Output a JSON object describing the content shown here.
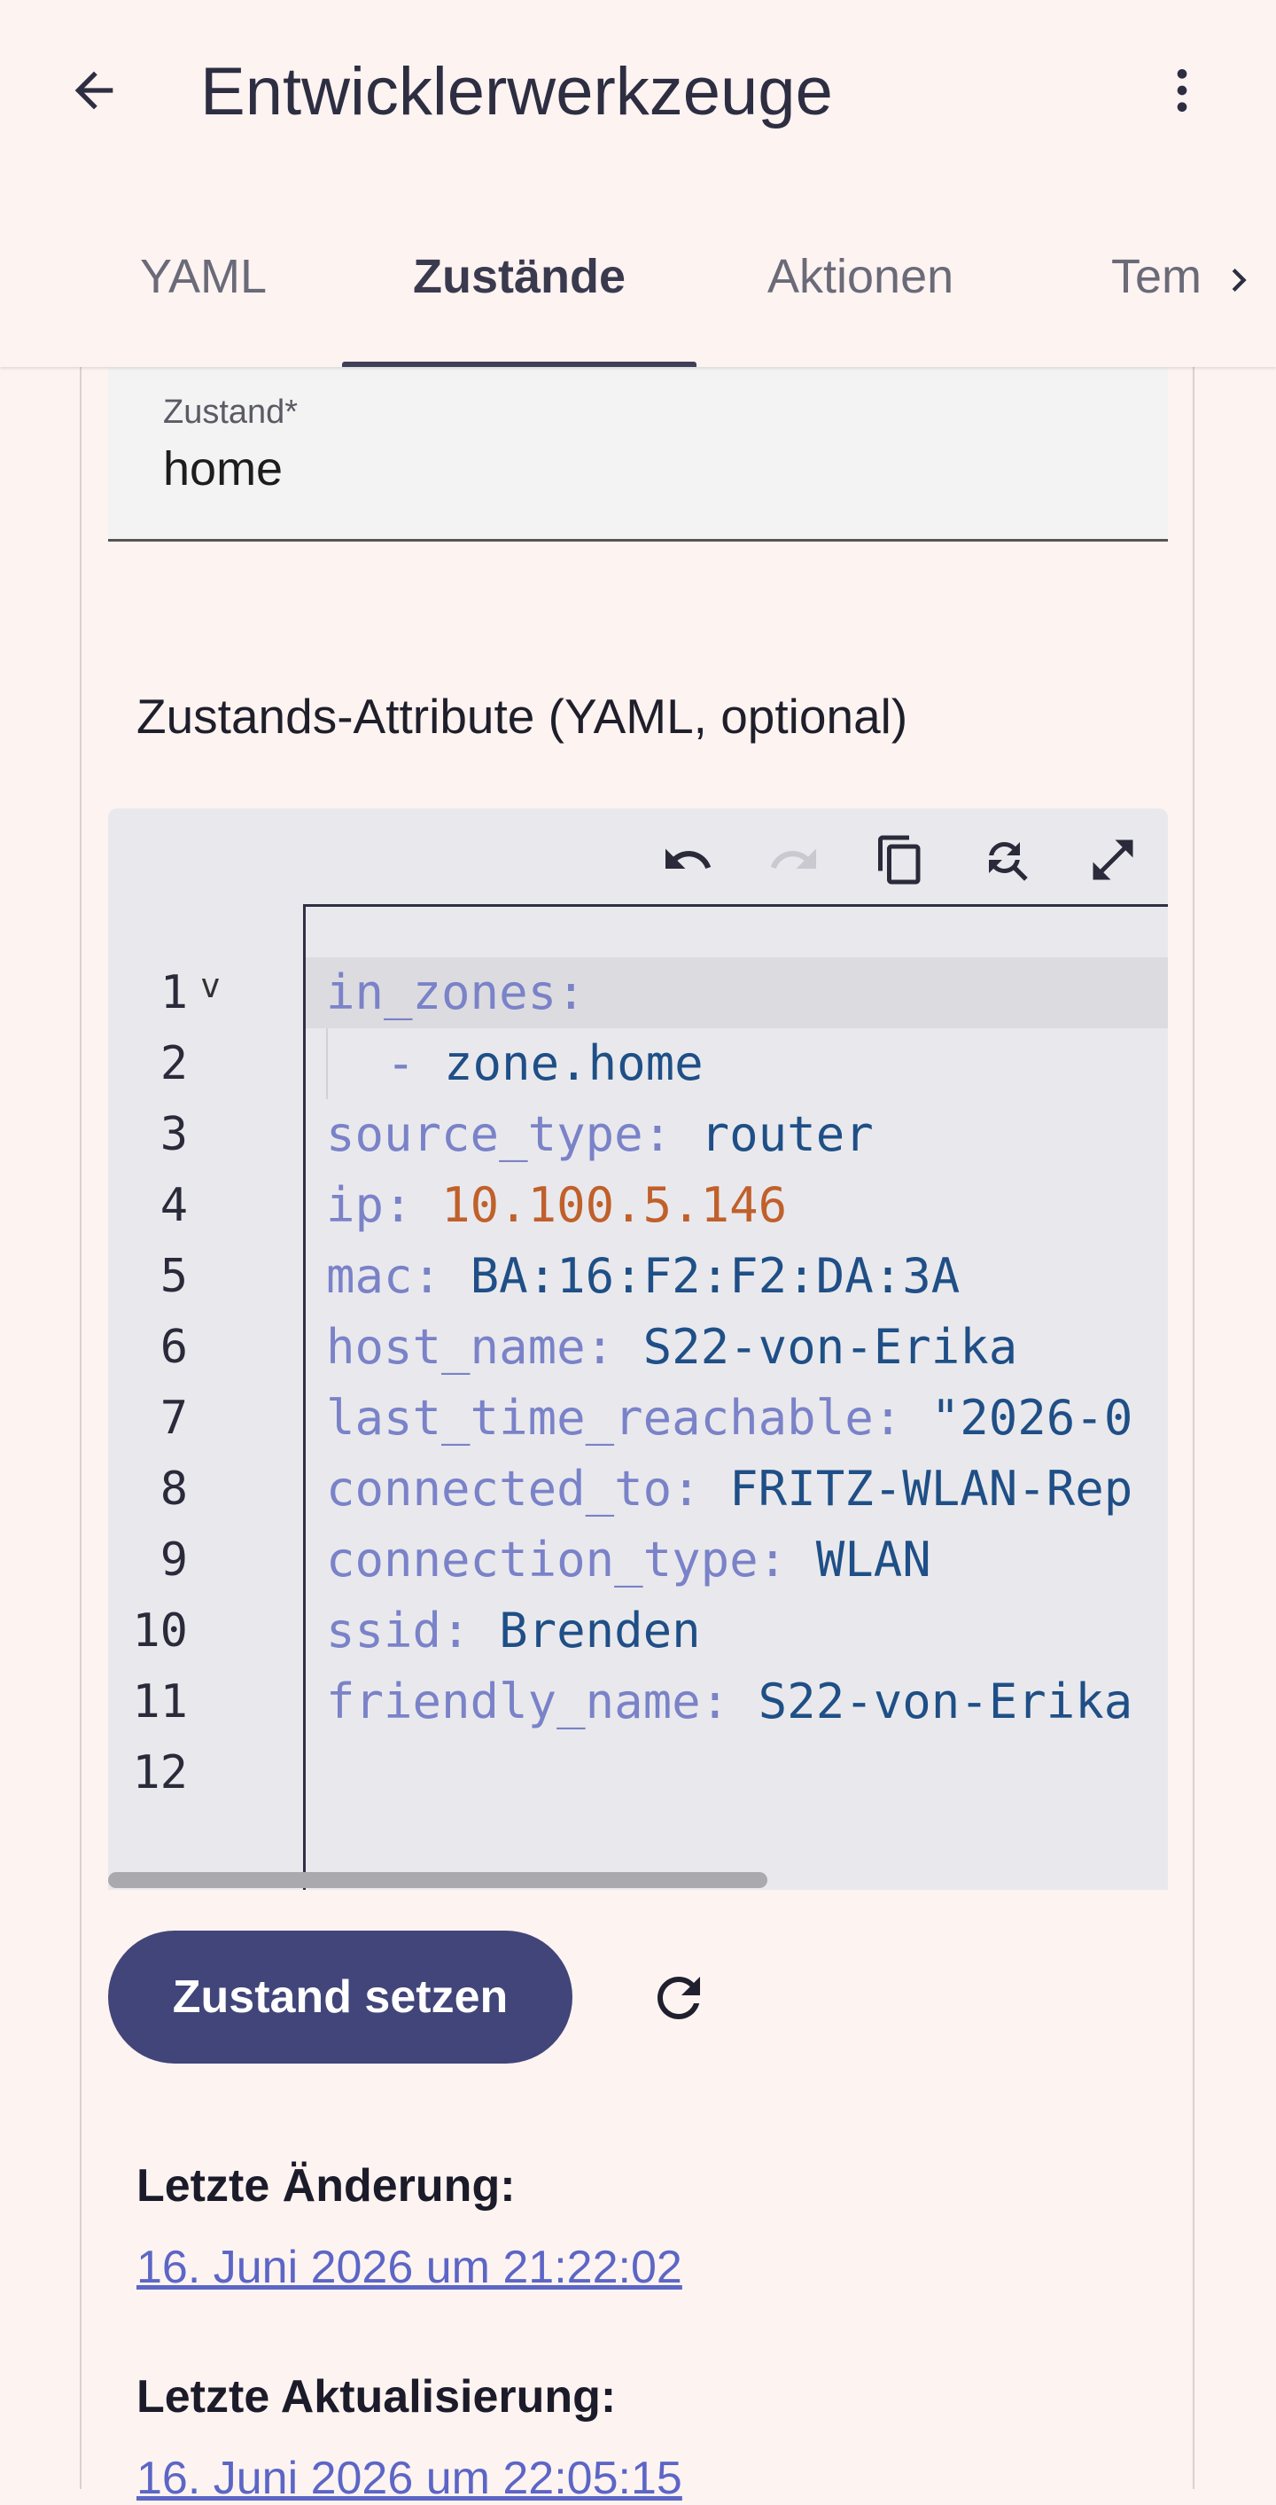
{
  "header": {
    "title": "Entwicklerwerkzeuge",
    "back_icon": "arrow-left-icon",
    "menu_icon": "more-vertical-icon"
  },
  "tabs": [
    {
      "label": "YAML",
      "active": false
    },
    {
      "label": "Zustände",
      "active": true
    },
    {
      "label": "Aktionen",
      "active": false
    },
    {
      "label": "Tem",
      "active": false
    }
  ],
  "state": {
    "label": "Zustand*",
    "value": "home"
  },
  "attributes": {
    "heading": "Zustands-Attribute (YAML, optional)"
  },
  "editor": {
    "toolbar": [
      "undo-icon",
      "redo-icon",
      "copy-icon",
      "search-replace-icon",
      "fullscreen-icon"
    ],
    "fold_marker": "v",
    "lines": [
      {
        "num": "1",
        "key": "in_zones",
        "sep": ":",
        "value": ""
      },
      {
        "num": "2",
        "dash": "-",
        "value": "zone.home"
      },
      {
        "num": "3",
        "key": "source_type",
        "sep": ": ",
        "value": "router"
      },
      {
        "num": "4",
        "key": "ip",
        "sep": ": ",
        "value": "10.100.5.146"
      },
      {
        "num": "5",
        "key": "mac",
        "sep": ": ",
        "value": "BA:16:F2:F2:DA:3A"
      },
      {
        "num": "6",
        "key": "host_name",
        "sep": ": ",
        "value": "S22-von-Erika"
      },
      {
        "num": "7",
        "key": "last_time_reachable",
        "sep": ": ",
        "value": "\"2026-0"
      },
      {
        "num": "8",
        "key": "connected_to",
        "sep": ": ",
        "value": "FRITZ-WLAN-Rep"
      },
      {
        "num": "9",
        "key": "connection_type",
        "sep": ": ",
        "value": "WLAN"
      },
      {
        "num": "10",
        "key": "ssid",
        "sep": ": ",
        "value": "Brenden"
      },
      {
        "num": "11",
        "key": "friendly_name",
        "sep": ": ",
        "value": "S22-von-Erika"
      },
      {
        "num": "12"
      }
    ]
  },
  "actions": {
    "set_state_label": "Zustand setzen",
    "refresh_icon": "refresh-icon"
  },
  "meta": {
    "last_changed_label": "Letzte Änderung:",
    "last_changed_value": "16. Juni 2026 um 21:22:02",
    "last_updated_label": "Letzte Aktualisierung:",
    "last_updated_value": "16. Juni 2026 um 22:05:15"
  },
  "colors": {
    "background": "#fdf3f1",
    "primary": "#414579",
    "link": "#5c66c6",
    "yaml_key": "#7a82c8",
    "yaml_value": "#1f4f86",
    "yaml_number": "#c0602b"
  }
}
